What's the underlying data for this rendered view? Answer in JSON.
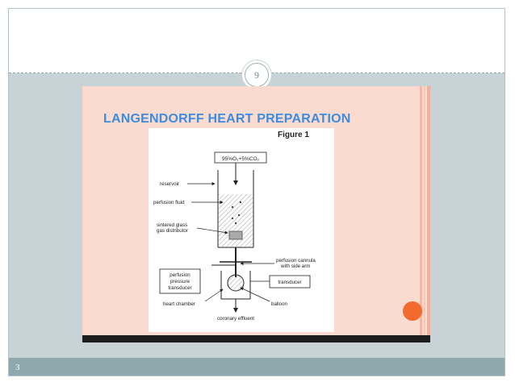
{
  "slide": {
    "page_circle_number": "9",
    "slide_number": "3"
  },
  "picture": {
    "title": "LANGENDORFF HEART PREPARATION",
    "figure_label": "Figure 1",
    "gas_box": "95%O₂+5%CO₂",
    "labels": {
      "reservoir": "reservoir",
      "perfusion_fluid": "perfusion fluid",
      "sintered_line1": "sintered glass",
      "sintered_line2": "gas distributor",
      "cannula_line1": "perfusion cannula",
      "cannula_line2": "with side arm",
      "pressure_line1": "perfusion",
      "pressure_line2": "pressure",
      "pressure_line3": "transducer",
      "transducer": "transducer",
      "heart_chamber": "heart chamber",
      "balloon": "balloon",
      "coronary_effluent": "coronary effluent"
    }
  },
  "colors": {
    "title_blue": "#3d8ce0",
    "accent_orange": "#f26a2e",
    "slide_bg": "#c7d3d7",
    "footer_bar": "#8fa8ae"
  }
}
